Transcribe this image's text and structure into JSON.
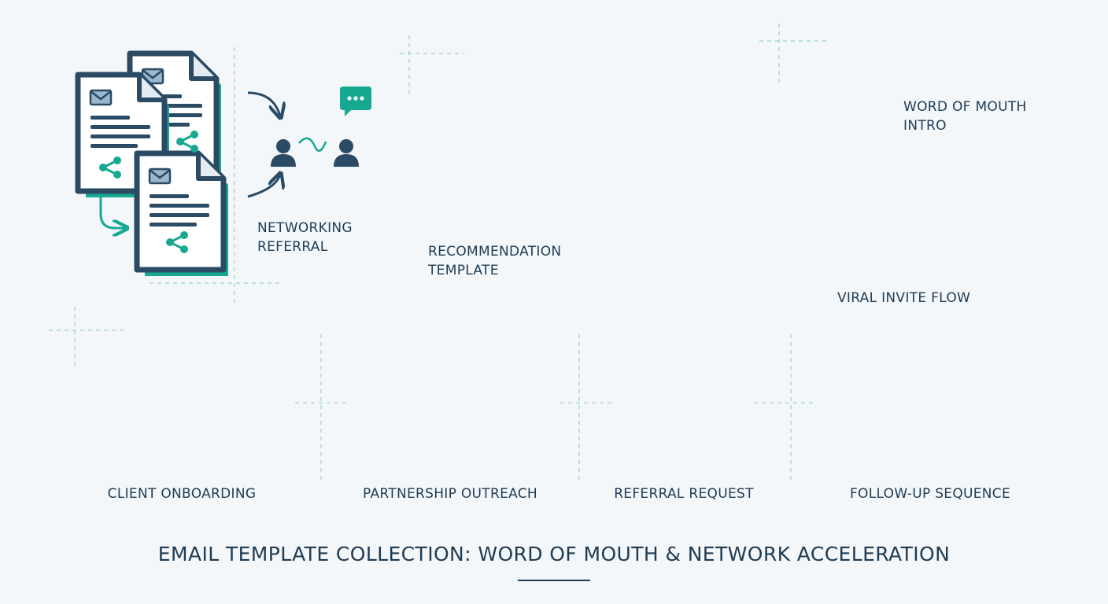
{
  "title": "EMAIL TEMPLATE COLLECTION: WORD OF MOUTH & NETWORK ACCELERATION",
  "colors": {
    "navy": "#2b4a63",
    "teal": "#17a891",
    "background": "#f3f7fa",
    "paper": "#ffffff",
    "line": "#3e5a73",
    "muted": "#9fb2c4"
  },
  "templates": [
    {
      "id": "networking-referral",
      "label_lines": [
        "NETWORKING",
        "REFERRAL"
      ],
      "icons": [
        "document-stack-icon",
        "share-icon",
        "chat-bubble-icon",
        "two-people-icon"
      ]
    },
    {
      "id": "recommendation-template",
      "label_lines": [
        "RECOMMENDATION",
        "TEMPLATE"
      ],
      "icons": [
        "document-icon",
        "star-icon",
        "thumbs-up-icon",
        "profile-check-icon",
        "handshake-icon"
      ]
    },
    {
      "id": "word-of-mouth-intro",
      "label_lines": [
        "WORD OF MOUTH",
        "INTRO"
      ],
      "icons": [
        "document-icon",
        "chat-bubble-icon"
      ]
    },
    {
      "id": "viral-invite-flow",
      "label_lines": [
        "VIRAL INVITE FLOW"
      ],
      "icons": [
        "document-icon",
        "share-icon",
        "chat-bubble-icon"
      ]
    },
    {
      "id": "client-onboarding",
      "label_lines": [
        "CLIENT ONBOARDING"
      ],
      "icons": [
        "document-icon",
        "calendar-icon",
        "checklist-icon",
        "profile-gear-icon"
      ]
    },
    {
      "id": "partnership-outreach",
      "label_lines": [
        "PARTNERSHIP OUTREACH"
      ],
      "icons": [
        "document-icon",
        "buildings-icon",
        "briefcase-icon",
        "linked-rings-icon"
      ]
    },
    {
      "id": "referral-request",
      "label_lines": [
        "REFERRAL REQUEST"
      ],
      "icons": [
        "document-icon",
        "hand-icon",
        "gift-icon"
      ]
    },
    {
      "id": "follow-up-sequence",
      "label_lines": [
        "FOLLOW-UP SEQUENCE"
      ],
      "icons": [
        "envelope-icon",
        "check-circle-icon"
      ]
    }
  ]
}
